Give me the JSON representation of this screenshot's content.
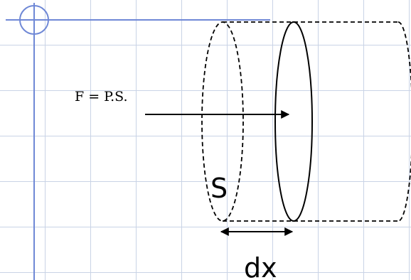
{
  "diagram": {
    "force_label": "F = P.S.",
    "area_label": "S",
    "displacement_label": "dx"
  },
  "colors": {
    "accent_line": "#6f88d6",
    "grid": "#c9d3e6",
    "ink": "#000000"
  }
}
